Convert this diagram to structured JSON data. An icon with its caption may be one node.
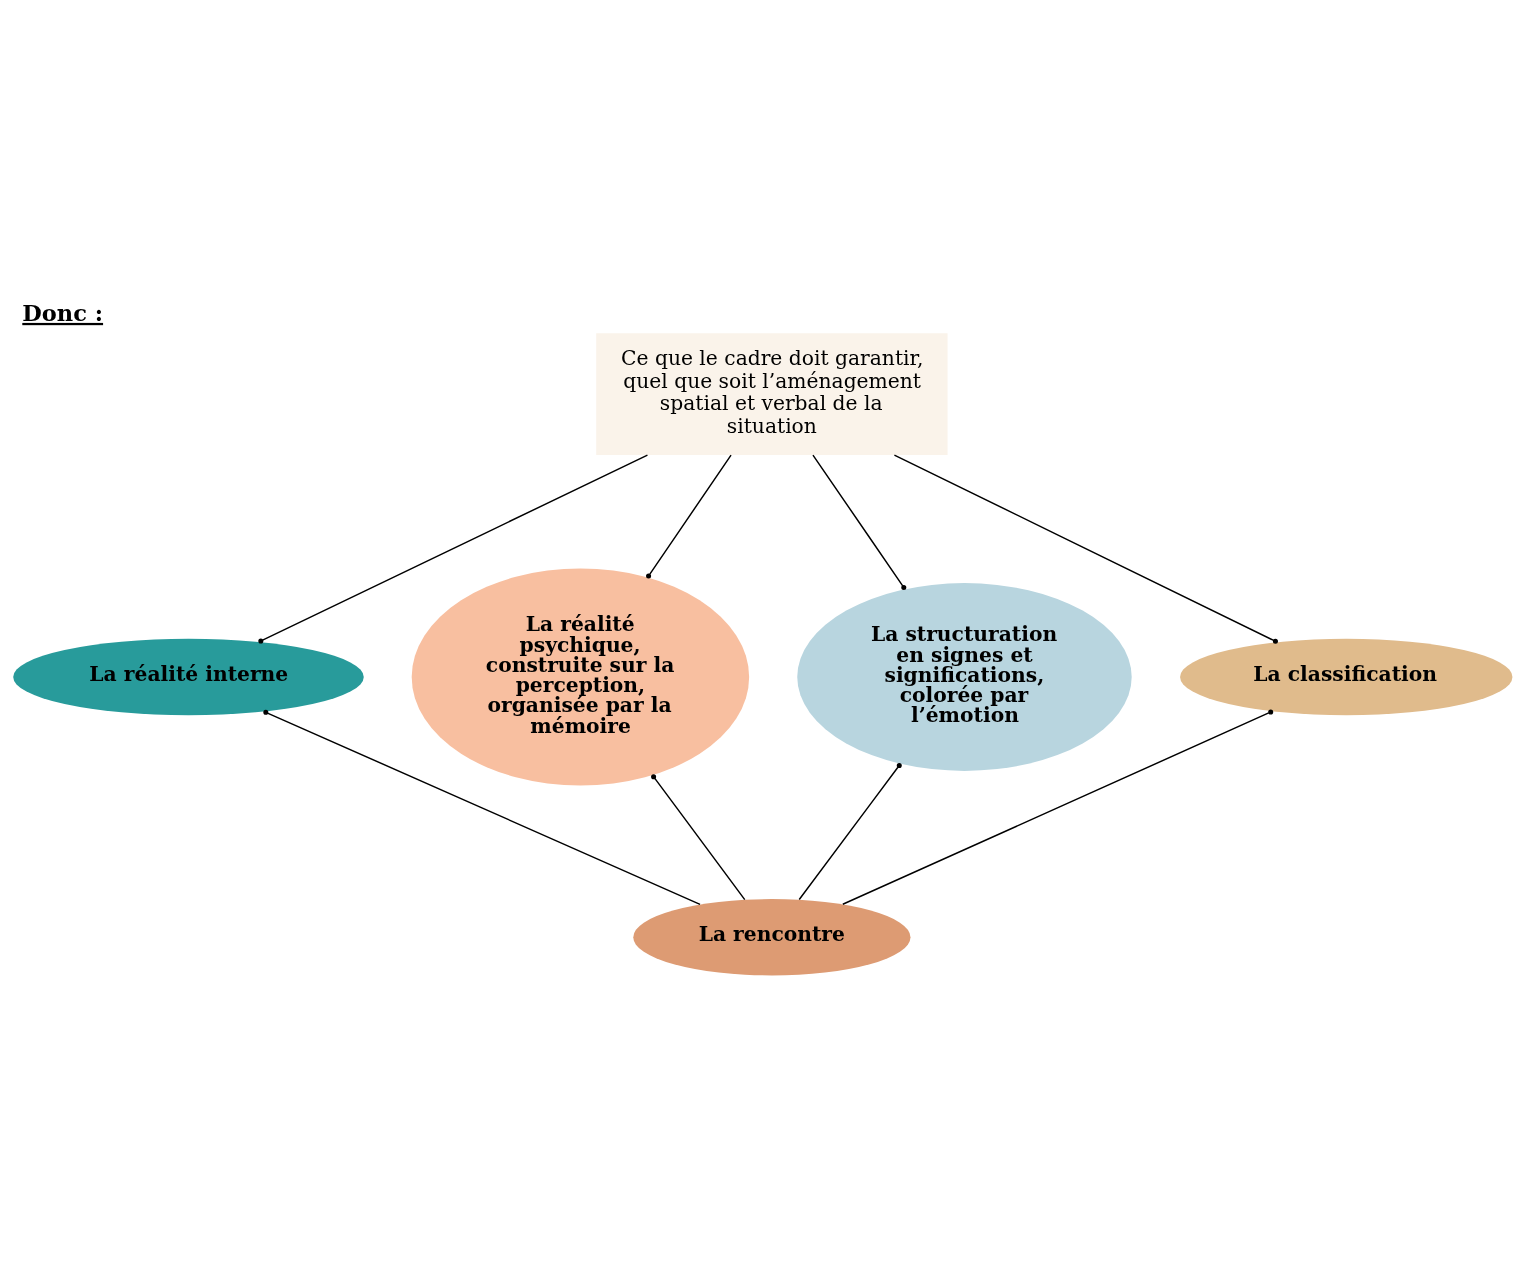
{
  "diagram": {
    "title": "Donc :",
    "nodes": [
      {
        "text": [
          "Ce que le cadre doit garantir, quel que soit l’aménagement spatial et verbal de la situation"
        ]
      },
      {
        "text": [
          "La réalité interne"
        ]
      },
      {
        "text": [
          "La réalité psychique, construite sur la perception, organisée par la mémoire"
        ]
      },
      {
        "text": [
          "La structuration en signes et significations, colorée par l’émotion"
        ]
      },
      {
        "text": [
          "La classification"
        ]
      },
      {
        "text": [
          "La rencontre"
        ]
      }
    ],
    "edges": [
      {
        "from": 0,
        "to": 1,
        "arrow": "other"
      },
      {
        "from": 0,
        "to": 2,
        "arrow": "other"
      },
      {
        "from": 0,
        "to": 3,
        "arrow": "other"
      },
      {
        "from": 0,
        "to": 4,
        "arrow": "other"
      },
      {
        "from": 1,
        "to": 5,
        "arrow": "other"
      },
      {
        "from": 2,
        "to": 5,
        "arrow": "other"
      },
      {
        "from": 3,
        "to": 5,
        "arrow": "other"
      },
      {
        "from": 4,
        "to": 5,
        "arrow": "other"
      }
    ]
  }
}
